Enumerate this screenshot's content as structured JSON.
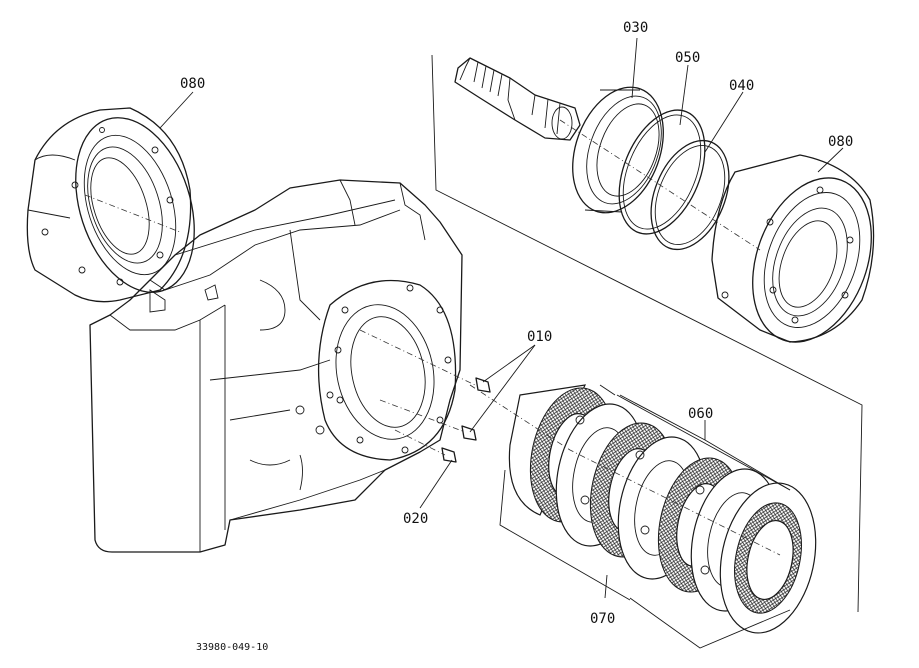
{
  "parts": {
    "p010": "010",
    "p020": "020",
    "p030": "030",
    "p040": "040",
    "p050": "050",
    "p060": "060",
    "p070": "070",
    "p080_left": "080",
    "p080_right": "080"
  },
  "figure_code": "33980-049-10"
}
